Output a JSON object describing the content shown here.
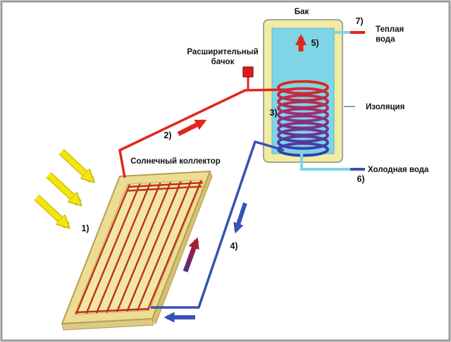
{
  "diagram": {
    "labels": {
      "tank_title": "Бак",
      "expansion_tank_line1": "Расширительный",
      "expansion_tank_line2": "бачок",
      "warm_water_line1": "Теплая",
      "warm_water_line2": "вода",
      "insulation": "Изоляция",
      "cold_water": "Холодная вода",
      "collector": "Солнечный коллектор"
    },
    "step_numbers": {
      "n1": "1)",
      "n2": "2)",
      "n3": "3)",
      "n4": "4)",
      "n5": "5)",
      "n6": "6)",
      "n7": "7)"
    },
    "colors": {
      "hot_pipe": "#e2251b",
      "cold_pipe": "#3752b4",
      "water_pipe": "#7fd4e6",
      "tank_wall": "#f2eba2",
      "tank_water": "#7fd4e6",
      "sun_ray": "#f4e60d",
      "collector_frame": "#ecdd92"
    }
  }
}
